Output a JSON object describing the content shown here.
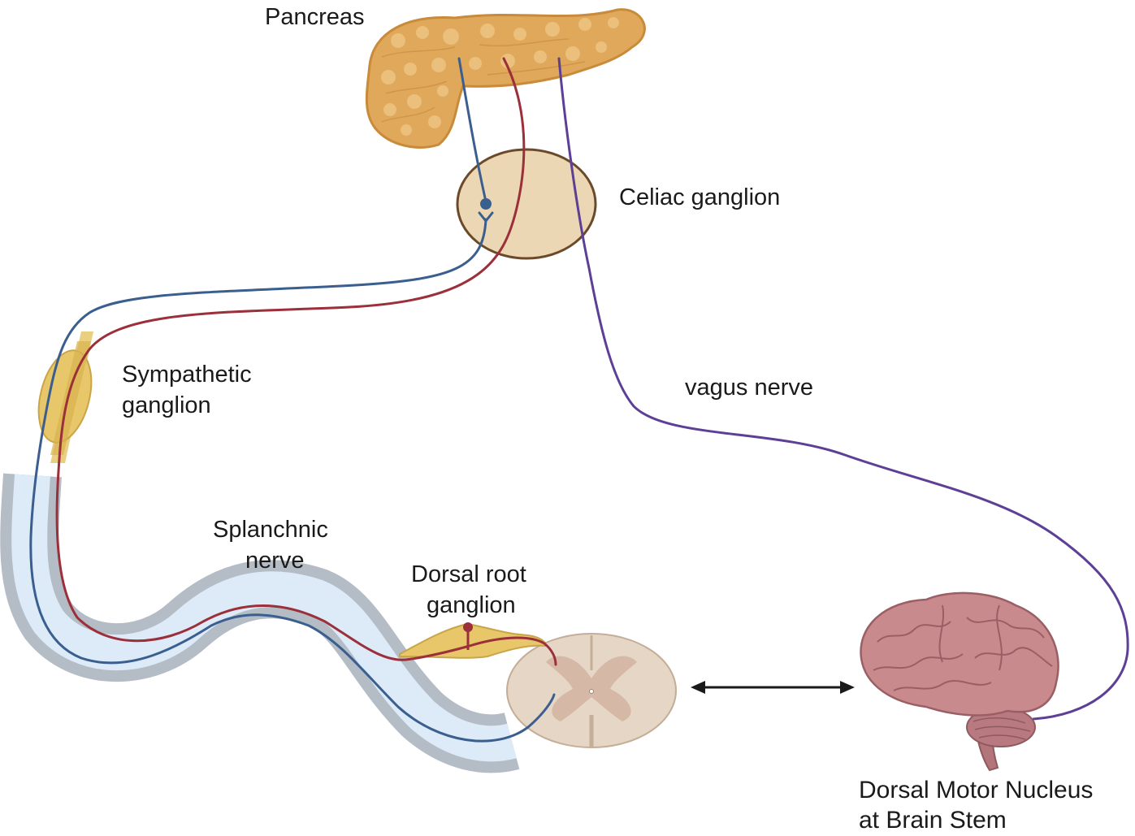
{
  "labels": {
    "pancreas": "Pancreas",
    "celiac_ganglion": "Celiac ganglion",
    "sympathetic_ganglion_line1": "Sympathetic",
    "sympathetic_ganglion_line2": "ganglion",
    "vagus_nerve": "vagus nerve",
    "splanchnic_nerve_line1": "Splanchnic",
    "splanchnic_nerve_line2": "nerve",
    "dorsal_root_ganglion_line1": "Dorsal root",
    "dorsal_root_ganglion_line2": "ganglion",
    "dorsal_motor_nucleus_line1": "Dorsal Motor Nucleus",
    "dorsal_motor_nucleus_line2": "at Brain Stem"
  },
  "colors": {
    "sympathetic_efferent": "#3a5f8f",
    "afferent": "#9b2f3a",
    "vagal": "#5e3f96",
    "pancreas": "#e0a85a",
    "ganglion_fill": "#ecd7b4",
    "ganglion_stroke": "#6b4a2b",
    "nerve_sheath": "#b4bcc6",
    "nerve_core": "#ddeaf8",
    "spinal_cord": "#e6d6c6",
    "gray_matter": "#d6b8a6",
    "brain": "#c98a8e"
  }
}
